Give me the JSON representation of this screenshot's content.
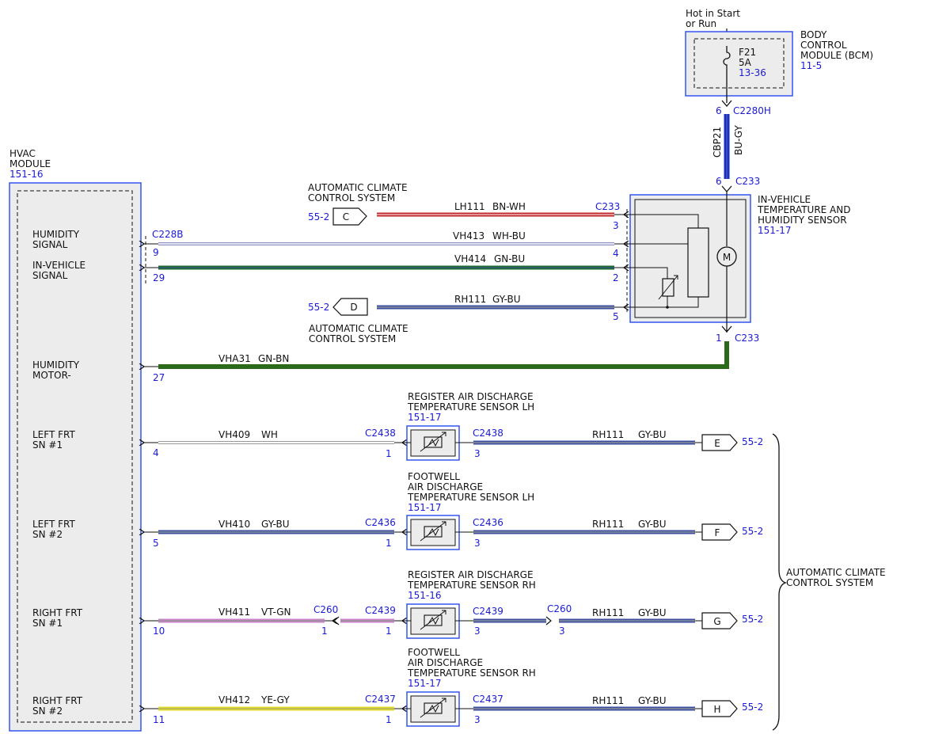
{
  "colors": {
    "link_blue": "#1a1ad6",
    "box_blue": "#3355ee",
    "bg_gray": "#ececec"
  },
  "bcm": {
    "supply": [
      "Hot in Start",
      "or Run"
    ],
    "fuse_name": "F21",
    "fuse_rating": "5A",
    "fuse_ref": "13-36",
    "title": [
      "BODY",
      "CONTROL",
      "MODULE (BCM)"
    ],
    "ref": "11-5",
    "pin": "6",
    "connector": "C2280H"
  },
  "supply_wire": {
    "circuit": "CBP21",
    "color": "BU-GY",
    "pin_bottom": "6",
    "connector_bottom": "C233"
  },
  "hvac": {
    "title": [
      "HVAC",
      "MODULE"
    ],
    "ref": "151-16",
    "signals": [
      [
        "HUMIDITY",
        "SIGNAL"
      ],
      [
        "IN-VEHICLE",
        "SIGNAL"
      ],
      [
        "HUMIDITY",
        "MOTOR-"
      ],
      [
        "LEFT FRT",
        "SN #1"
      ],
      [
        "LEFT FRT",
        "SN #2"
      ],
      [
        "RIGHT FRT",
        "SN #1"
      ],
      [
        "RIGHT FRT",
        "SN #2"
      ]
    ]
  },
  "ihs": {
    "title": [
      "IN-VEHICLE",
      "TEMPERATURE AND",
      "HUMIDITY SENSOR"
    ],
    "ref": "151-17",
    "motor_symbol": "M",
    "ground_pin": "1",
    "ground_connector": "C233"
  },
  "acc_ref": {
    "top": [
      "AUTOMATIC CLIMATE",
      "CONTROL SYSTEM"
    ],
    "mid": [
      "AUTOMATIC CLIMATE",
      "CONTROL SYSTEM"
    ],
    "brace": [
      "AUTOMATIC CLIMATE",
      "CONTROL SYSTEM"
    ]
  },
  "wires_top": [
    {
      "circuit": "LH111",
      "color": "BN-WH",
      "hvac_pin": "",
      "hvac_connector": "",
      "sensor_pin": "3",
      "sensor_connector": "C233",
      "offpage": "C",
      "offpage_ref": "55-2"
    },
    {
      "circuit": "VH413",
      "color": "WH-BU",
      "hvac_pin": "9",
      "hvac_connector": "C228B",
      "sensor_pin": "4",
      "sensor_connector": "",
      "offpage": "",
      "offpage_ref": ""
    },
    {
      "circuit": "VH414",
      "color": "GN-BU",
      "hvac_pin": "29",
      "hvac_connector": "",
      "sensor_pin": "2",
      "sensor_connector": "",
      "offpage": "",
      "offpage_ref": ""
    },
    {
      "circuit": "RH111",
      "color": "GY-BU",
      "hvac_pin": "",
      "hvac_connector": "",
      "sensor_pin": "5",
      "sensor_connector": "",
      "offpage": "D",
      "offpage_ref": "55-2"
    },
    {
      "circuit": "VHA31",
      "color": "GN-BN",
      "hvac_pin": "27",
      "hvac_connector": "",
      "sensor_pin": "",
      "sensor_connector": "",
      "offpage": "",
      "offpage_ref": ""
    }
  ],
  "temp_sensors": [
    {
      "title": [
        "REGISTER AIR DISCHARGE",
        "TEMPERATURE SENSOR LH"
      ],
      "ref": "151-17",
      "hvac_pin": "4",
      "circuit": "VH409",
      "color": "WH",
      "inline_connector": "",
      "inline_pin": "",
      "in_connector": "C2438",
      "in_pin": "1",
      "out_connector": "C2438",
      "out_pin": "3",
      "out_inline_connector": "",
      "out_inline_pin": "",
      "return_circuit": "RH111",
      "return_color": "GY-BU",
      "offpage": "E",
      "offpage_ref": "55-2"
    },
    {
      "title": [
        "FOOTWELL",
        "AIR DISCHARGE",
        "TEMPERATURE SENSOR LH"
      ],
      "ref": "151-17",
      "hvac_pin": "5",
      "circuit": "VH410",
      "color": "GY-BU",
      "inline_connector": "",
      "inline_pin": "",
      "in_connector": "C2436",
      "in_pin": "1",
      "out_connector": "C2436",
      "out_pin": "3",
      "out_inline_connector": "",
      "out_inline_pin": "",
      "return_circuit": "RH111",
      "return_color": "GY-BU",
      "offpage": "F",
      "offpage_ref": "55-2"
    },
    {
      "title": [
        "REGISTER AIR DISCHARGE",
        "TEMPERATURE SENSOR RH"
      ],
      "ref": "151-16",
      "hvac_pin": "10",
      "circuit": "VH411",
      "color": "VT-GN",
      "inline_connector": "C260",
      "inline_pin": "1",
      "in_connector": "C2439",
      "in_pin": "1",
      "out_connector": "C2439",
      "out_pin": "3",
      "out_inline_connector": "C260",
      "out_inline_pin": "3",
      "return_circuit": "RH111",
      "return_color": "GY-BU",
      "offpage": "G",
      "offpage_ref": "55-2"
    },
    {
      "title": [
        "FOOTWELL",
        "AIR DISCHARGE",
        "TEMPERATURE SENSOR RH"
      ],
      "ref": "151-17",
      "hvac_pin": "11",
      "circuit": "VH412",
      "color": "YE-GY",
      "inline_connector": "",
      "inline_pin": "",
      "in_connector": "C2437",
      "in_pin": "1",
      "out_connector": "C2437",
      "out_pin": "3",
      "out_inline_connector": "",
      "out_inline_pin": "",
      "return_circuit": "RH111",
      "return_color": "GY-BU",
      "offpage": "H",
      "offpage_ref": "55-2"
    }
  ]
}
